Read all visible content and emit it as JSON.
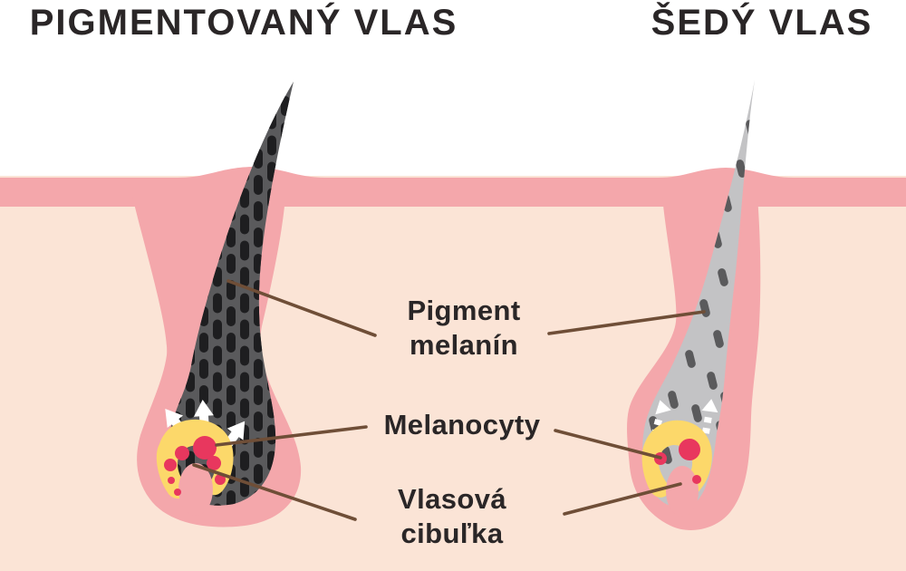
{
  "diagram": {
    "title_left": "PIGMENTOVANÝ VLAS",
    "title_right": "ŠEDÝ VLAS",
    "labels": {
      "pigment": {
        "text": "Pigment melanín",
        "line1": "Pigment",
        "line2": "melanín"
      },
      "melanocytes": {
        "text": "Melanocyty"
      },
      "bulb": {
        "text": "Vlasová cibuľka",
        "line1": "Vlasová",
        "line2": "cibuľka"
      }
    },
    "colors": {
      "background": "#ffffff",
      "skin_surface": "#f4a7ab",
      "skin_inner": "#fbe4d6",
      "hair_pigmented": "#5a5a5c",
      "hair_pigment_granules": "#1e1e20",
      "hair_grey": "#c3c3c5",
      "hair_grey_granules": "#5a5a5c",
      "bulb_yellow": "#fcd86a",
      "melanocyte_red": "#e8375e",
      "pointer_line": "#6f4e37",
      "arrow_white": "#ffffff",
      "text": "#2a2627"
    }
  }
}
